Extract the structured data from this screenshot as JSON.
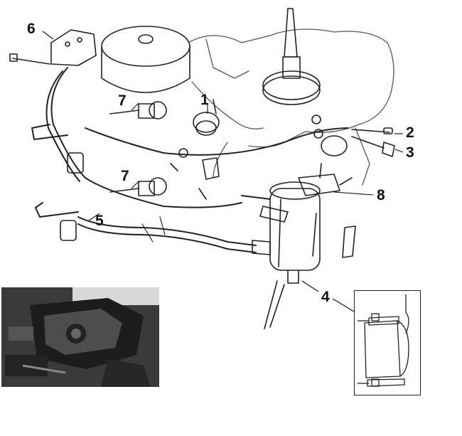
{
  "callouts": {
    "c1": "1",
    "c2": "2",
    "c3": "3",
    "c4": "4",
    "c5": "5",
    "c6": "6",
    "c7a": "7",
    "c7b": "7",
    "c8": "8"
  }
}
